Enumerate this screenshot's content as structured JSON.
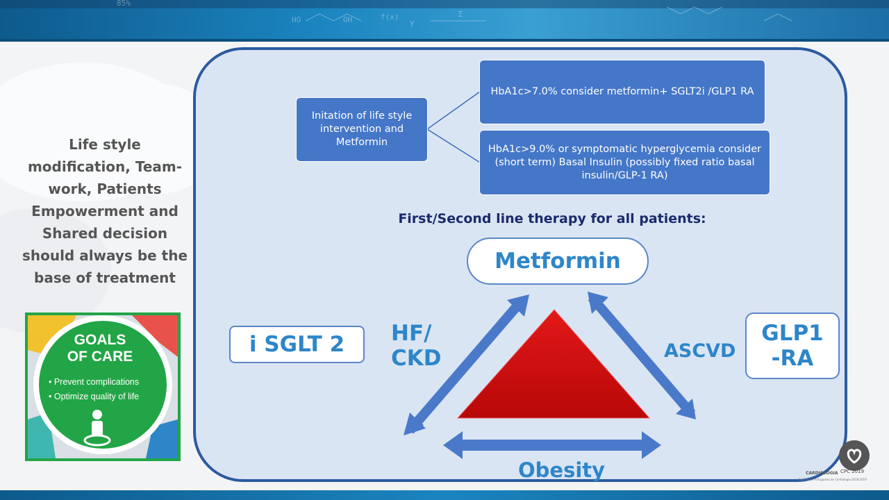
{
  "banner": {
    "decorations": [
      "HO",
      "OH",
      "f(x)",
      "y",
      "Σ",
      "85%"
    ]
  },
  "left_panel": {
    "text_lines": [
      "Life style",
      "modification, Team-",
      "work, Patients",
      "Empowerment and",
      "Shared decision",
      "should always be the",
      "base of treatment"
    ]
  },
  "goals_image": {
    "title_line1": "GOALS",
    "title_line2": "OF CARE",
    "bullet1": "• Prevent complications",
    "bullet2": "• Optimize quality of life",
    "icon": "person-on-target-icon",
    "colors": {
      "green": "#22a546",
      "yellow": "#f2c12e",
      "red": "#e8524a",
      "teal": "#3fb6b0"
    }
  },
  "flow": {
    "initiation_box": "Initation of life style intervention and Metformin",
    "box_a1c7": "HbA1c>7.0% consider metformin+ SGLT2i /GLP1 RA",
    "box_a1c9": "HbA1c>9.0% or symptomatic hyperglycemia consider (short term) Basal Insulin (possibly fixed ratio basal insulin/GLP-1 RA)"
  },
  "therapy": {
    "subtitle": "First/Second line therapy for all patients:",
    "metformin": "Metformin",
    "sglt2": "i SGLT 2",
    "glp1_line1": "GLP1",
    "glp1_line2": "-RA",
    "hf_line1": "HF/",
    "hf_line2": "CKD",
    "ascvd": "ASCVD",
    "obesity": "Obesity",
    "colors": {
      "arrow": "#4a79c9",
      "triangle": "#d40f0f",
      "label": "#2e86c9",
      "box": "#4577c8"
    }
  },
  "footer": {
    "logo_left_text": "CARDIOLOGIA",
    "logo_left_sub": "Sociedade Portuguesa de Cardiologia 2018-2019",
    "logo_right_text": "CPC 2019"
  }
}
